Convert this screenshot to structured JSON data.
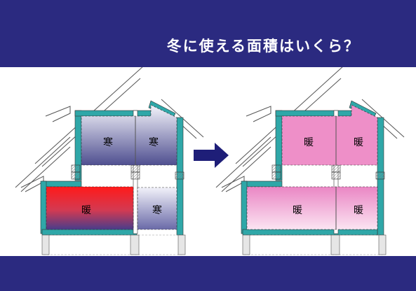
{
  "title": "冬に使える面積はいくら？",
  "before": {
    "upper_left": "寒",
    "upper_right": "寒",
    "lower_left": "暖",
    "lower_right": "寒"
  },
  "after": {
    "upper_left": "暖",
    "upper_right": "暖",
    "lower_left": "暖",
    "lower_right": "暖"
  },
  "colors": {
    "background": "#2b2a80",
    "insulation": "#2fa7a8",
    "warm_room": "#e8333a",
    "cold_room": "#4f4f90",
    "heated_room": "#ee8fc8",
    "arrow": "#1e1e78"
  }
}
